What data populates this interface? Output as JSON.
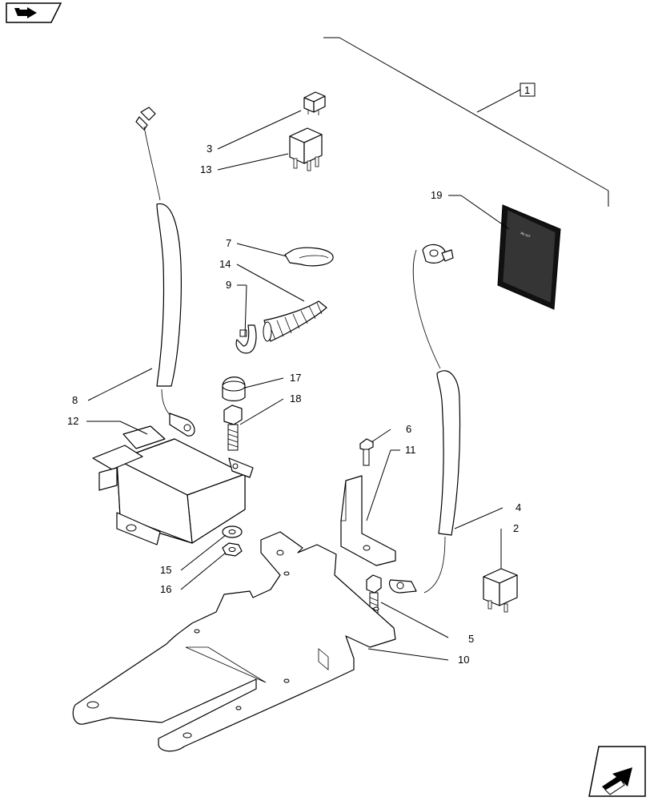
{
  "callouts": [
    {
      "id": "1",
      "text": "1"
    },
    {
      "id": "2",
      "text": "2"
    },
    {
      "id": "3",
      "text": "3"
    },
    {
      "id": "4",
      "text": "4"
    },
    {
      "id": "5",
      "text": "5"
    },
    {
      "id": "6",
      "text": "6"
    },
    {
      "id": "7",
      "text": "7"
    },
    {
      "id": "8",
      "text": "8"
    },
    {
      "id": "9",
      "text": "9"
    },
    {
      "id": "10",
      "text": "10"
    },
    {
      "id": "11",
      "text": "11"
    },
    {
      "id": "12",
      "text": "12"
    },
    {
      "id": "13",
      "text": "13"
    },
    {
      "id": "14",
      "text": "14"
    },
    {
      "id": "15",
      "text": "15"
    },
    {
      "id": "16",
      "text": "16"
    },
    {
      "id": "17",
      "text": "17"
    },
    {
      "id": "18",
      "text": "18"
    },
    {
      "id": "19",
      "text": "19"
    }
  ],
  "icons": {
    "top_left": "back-arrow-icon",
    "bottom_right": "next-arrow-icon"
  }
}
